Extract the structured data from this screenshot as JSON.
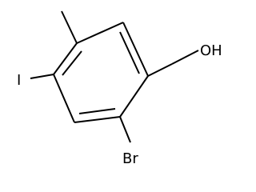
{
  "molecule": {
    "atoms": {
      "hydroxyl": "OH",
      "bromine": "Br",
      "iodine": "I"
    }
  },
  "colors": {
    "bond": "#000000",
    "label": "#000000",
    "background": "#ffffff"
  }
}
